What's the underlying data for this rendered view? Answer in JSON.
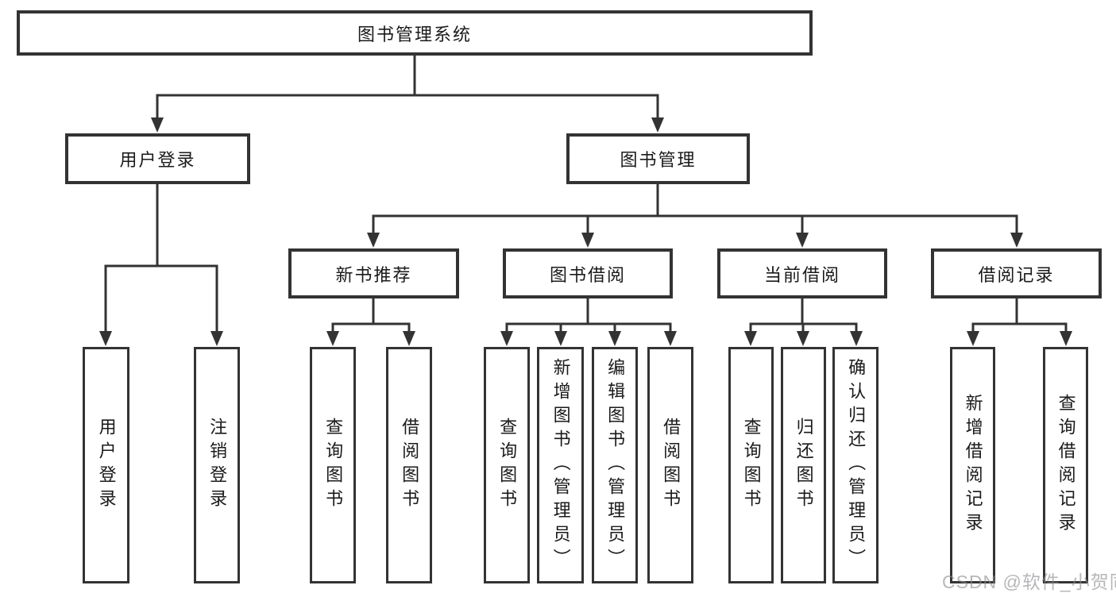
{
  "diagram": {
    "nodes": {
      "root": "图书管理系统",
      "user_login": "用户登录",
      "book_management": "图书管理",
      "new_book_recommend": "新书推荐",
      "book_borrow": "图书借阅",
      "current_borrow": "当前借阅",
      "borrow_records": "借阅记录",
      "leaf_user_login": "用户登录",
      "leaf_logout": "注销登录",
      "nb_query_book": "查询图书",
      "nb_borrow_book": "借阅图书",
      "bb_query_book": "查询图书",
      "bb_add_book": "新增图书（管理员）",
      "bb_edit_book": "编辑图书（管理员）",
      "bb_borrow_book": "借阅图书",
      "cb_query_book": "查询图书",
      "cb_return_book": "归还图书",
      "cb_confirm_return": "确认归还（管理员）",
      "br_add_record": "新增借阅记录",
      "br_query_record": "查询借阅记录"
    },
    "structure": {
      "图书管理系统": {
        "用户登录": [
          "用户登录",
          "注销登录"
        ],
        "图书管理": {
          "新书推荐": [
            "查询图书",
            "借阅图书"
          ],
          "图书借阅": [
            "查询图书",
            "新增图书（管理员）",
            "编辑图书（管理员）",
            "借阅图书"
          ],
          "当前借阅": [
            "查询图书",
            "归还图书",
            "确认归还（管理员）"
          ],
          "借阅记录": [
            "新增借阅记录",
            "查询借阅记录"
          ]
        }
      }
    },
    "colors": {
      "line": "#333333",
      "text": "#1a1a1a",
      "background": "#ffffff",
      "watermark": "#8a8a90"
    },
    "watermark": "CSDN @软件_小贺同学"
  }
}
